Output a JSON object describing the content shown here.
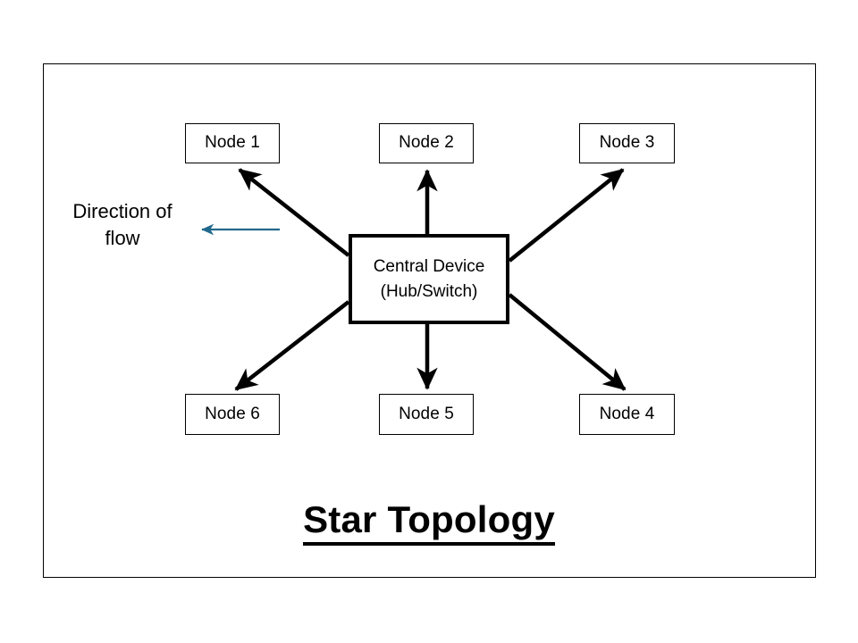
{
  "slide": {
    "title": "Star Topology",
    "background_color": "#ffffff",
    "frame_border_color": "#000000"
  },
  "central": {
    "line1": "Central Device",
    "line2": "(Hub/Switch)"
  },
  "nodes": [
    {
      "id": "node-1",
      "label": "Node 1",
      "position": "top-left"
    },
    {
      "id": "node-2",
      "label": "Node 2",
      "position": "top-center"
    },
    {
      "id": "node-3",
      "label": "Node 3",
      "position": "top-right"
    },
    {
      "id": "node-4",
      "label": "Node 4",
      "position": "bottom-right"
    },
    {
      "id": "node-5",
      "label": "Node 5",
      "position": "bottom-center"
    },
    {
      "id": "node-6",
      "label": "Node 6",
      "position": "bottom-left"
    }
  ],
  "legend": {
    "line1": "Direction of",
    "line2": "flow",
    "arrow_color": "#21688c",
    "arrow_direction": "left"
  },
  "connectors": {
    "color": "#000000",
    "items": [
      {
        "from": "central",
        "to": "node-1",
        "direction": "up-left"
      },
      {
        "from": "central",
        "to": "node-2",
        "direction": "up"
      },
      {
        "from": "central",
        "to": "node-3",
        "direction": "up-right"
      },
      {
        "from": "central",
        "to": "node-4",
        "direction": "down-right"
      },
      {
        "from": "central",
        "to": "node-5",
        "direction": "down"
      },
      {
        "from": "central",
        "to": "node-6",
        "direction": "down-left"
      }
    ]
  }
}
